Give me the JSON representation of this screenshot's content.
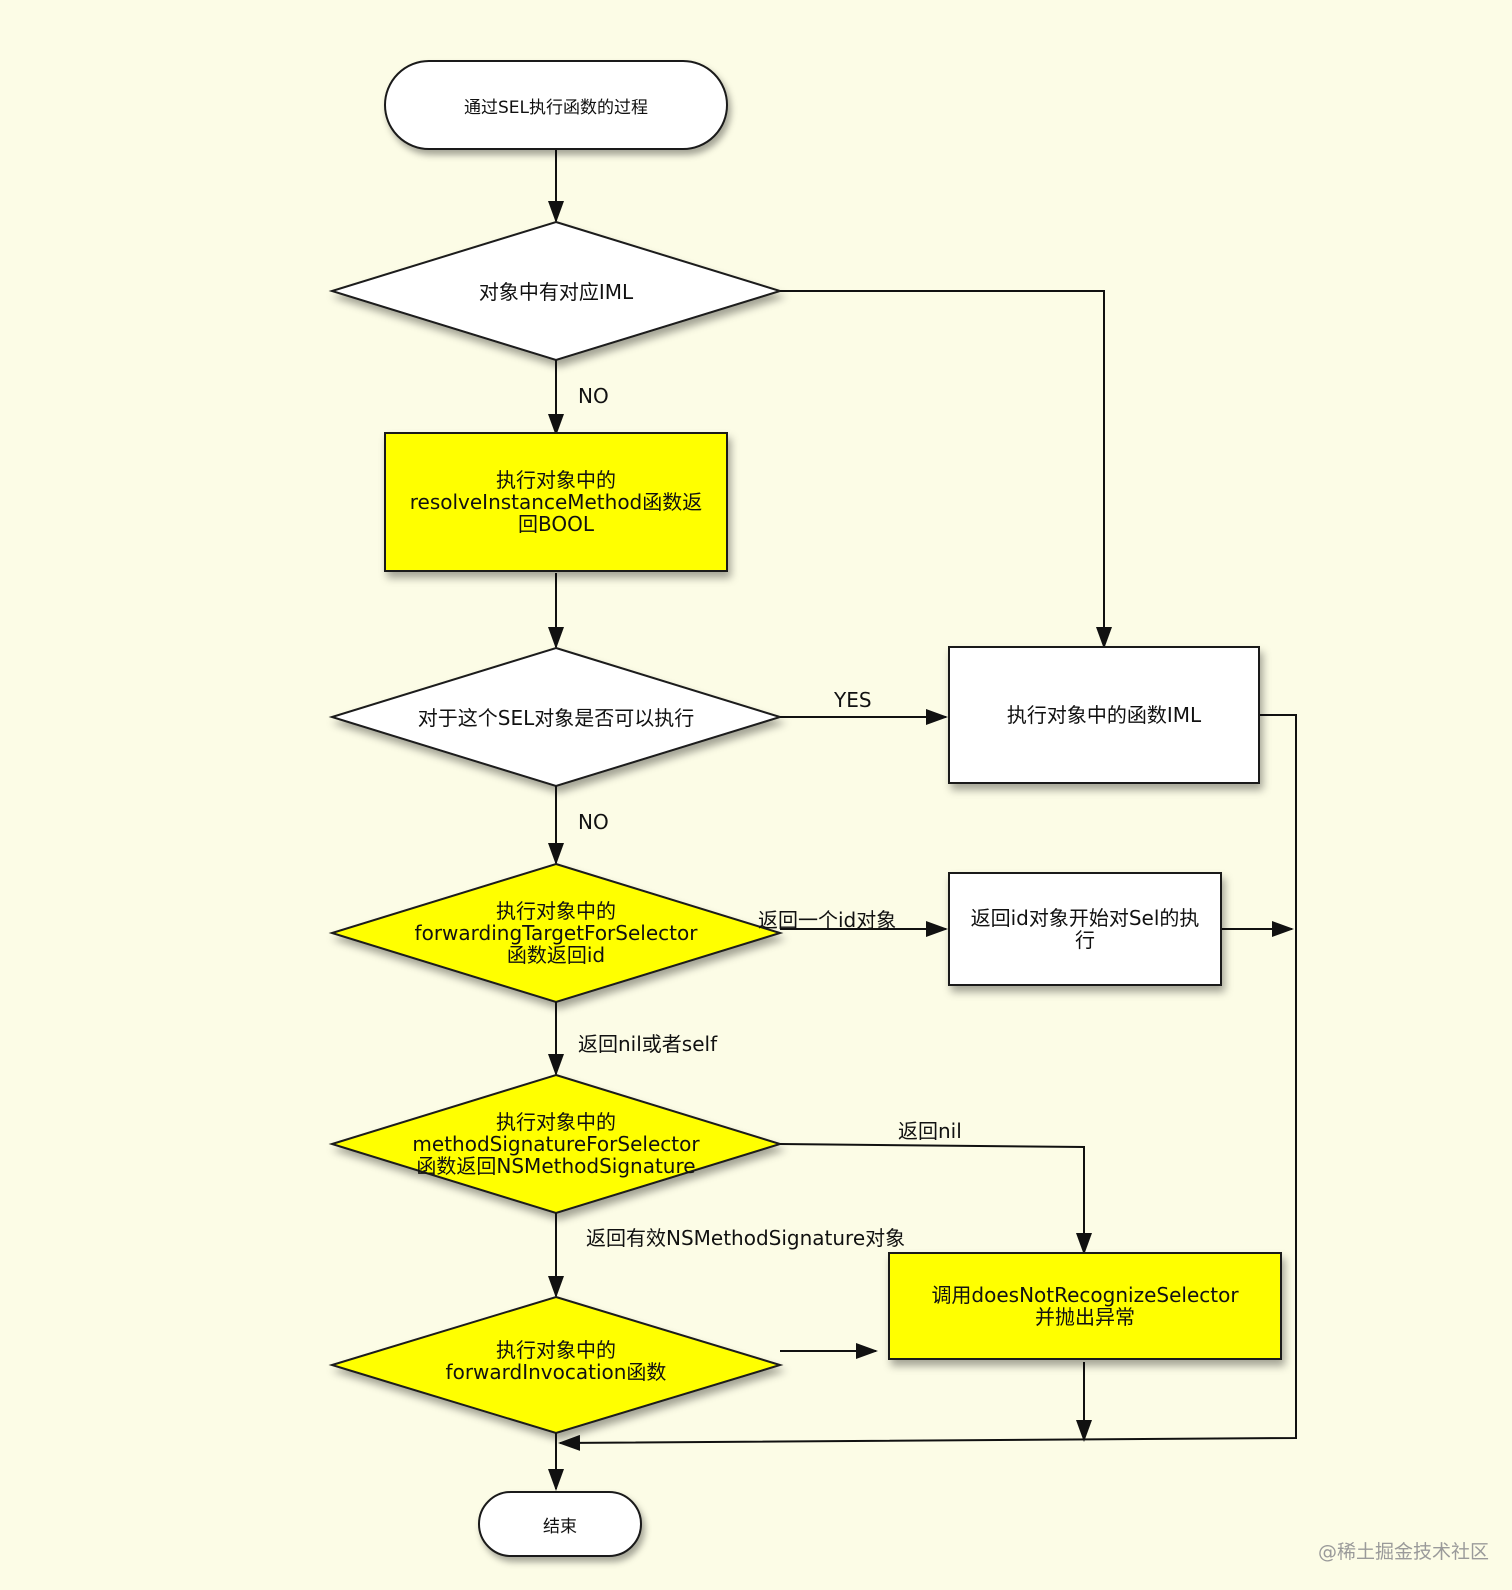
{
  "nodes": {
    "start": "通过SEL执行函数的过程",
    "check_iml": "对象中有对应IML",
    "resolve": "执行对象中的\nresolveInstanceMethod函数返\n回BOOL",
    "can_execute": "对于这个SEL对象是否可以执行",
    "execute_iml": "执行对象中的函数IML",
    "forwarding_target": "执行对象中的\nforwardingTargetForSelector\n函数返回id",
    "return_id_exec": "返回id对象开始对Sel的执\n行",
    "method_signature": "执行对象中的\nmethodSignatureForSelector\n函数返回NSMethodSignature",
    "forward_invocation": "执行对象中的\nforwardInvocation函数",
    "does_not_recognize": "调用doesNotRecognizeSelector\n并抛出异常",
    "end": "结束"
  },
  "edge_labels": {
    "no_1": "NO",
    "yes": "YES",
    "no_2": "NO",
    "return_id": "返回一个id对象",
    "return_nil_or_self": "返回nil或者self",
    "return_nil": "返回nil",
    "return_valid_signature": "返回有效NSMethodSignature对象"
  },
  "watermark": "@稀土掘金技术社区",
  "colors": {
    "background": "#fcfce6",
    "highlight": "#ffff00",
    "plain": "#ffffff",
    "stroke": "#1a1a1a"
  }
}
